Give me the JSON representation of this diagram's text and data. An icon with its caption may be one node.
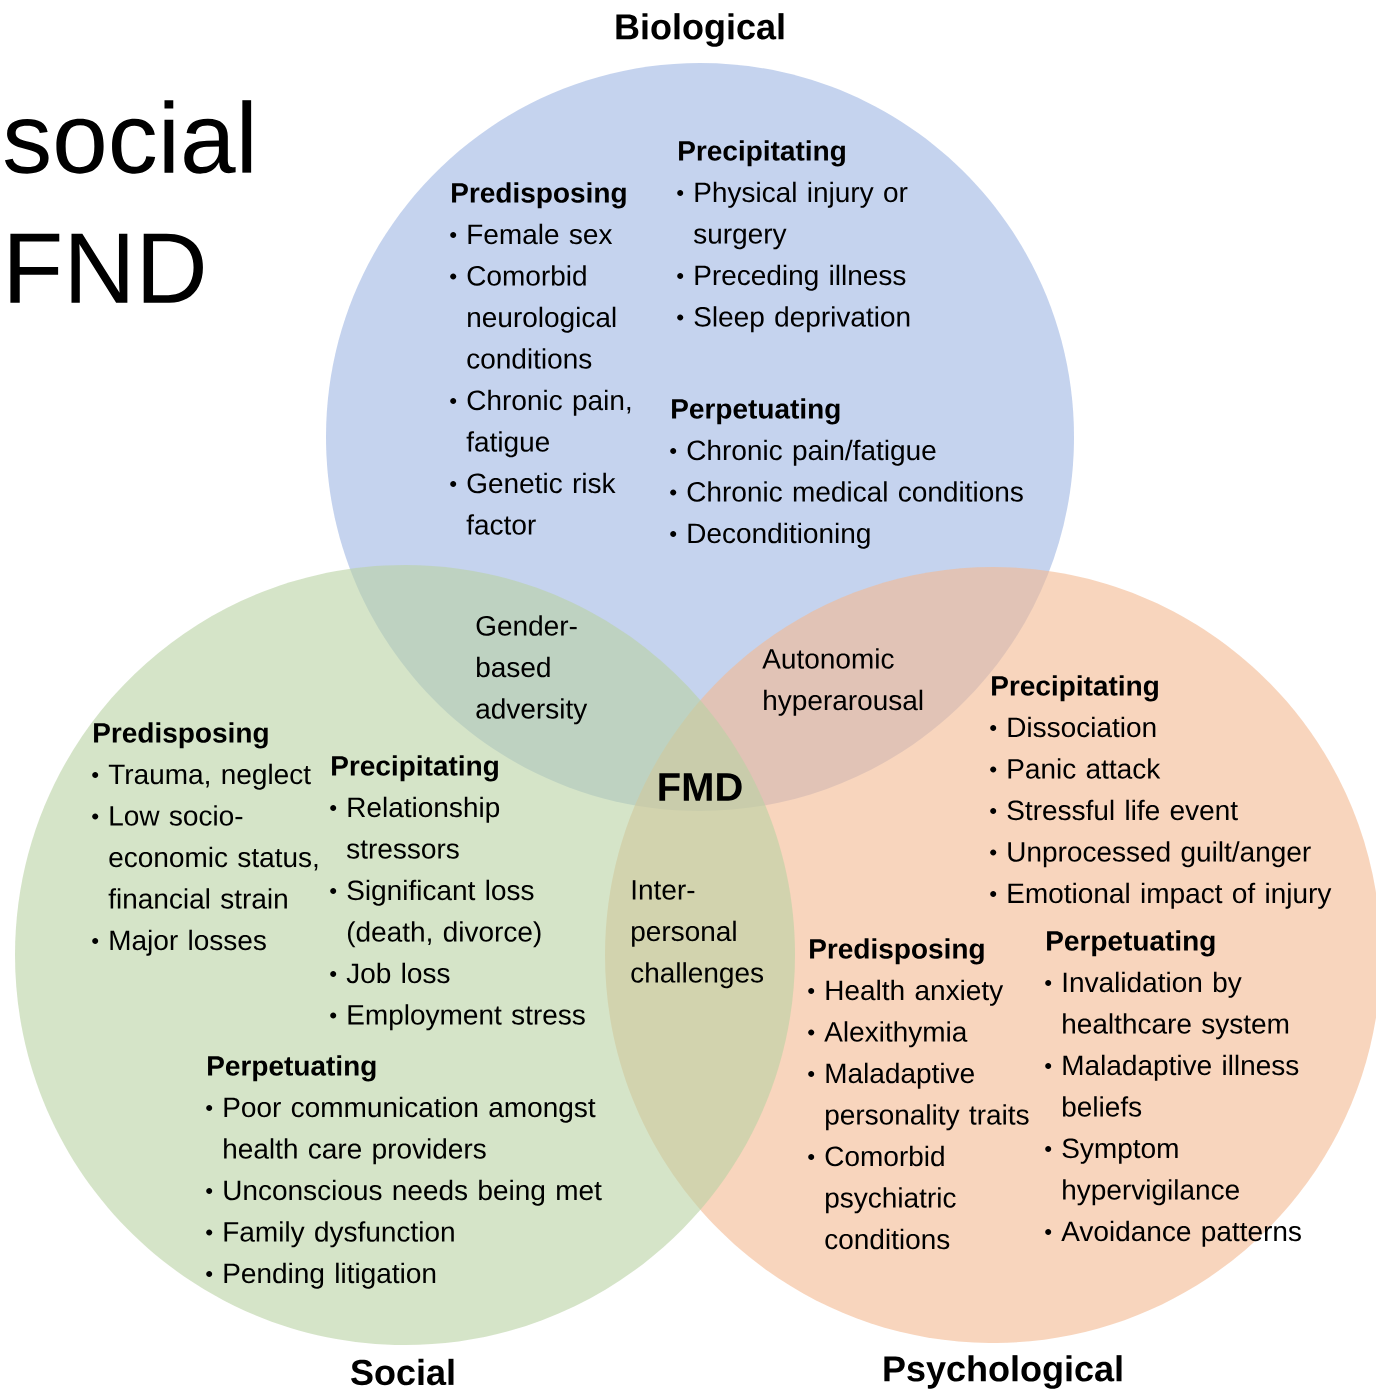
{
  "diagram": {
    "title": "social FND",
    "nodes": [
      {
        "text": [
          "Biological",
          "Predisposing",
          "Female sex",
          "Comorbid neurological conditions",
          "Chronic pain, fatigue",
          "Genetic risk factor",
          "Precipitating",
          "Physical injury or surgery",
          "Preceding illness",
          "Sleep deprivation",
          "Perpetuating",
          "Chronic pain/fatigue",
          "Chronic medical conditions",
          "Deconditioning"
        ]
      },
      {
        "text": [
          "Predisposing",
          "Trauma, neglect",
          "Low socio-economic status, financial strain",
          "Major losses",
          "Precipitating",
          "Relationship stressors",
          "Significant loss (death, divorce)",
          "Job loss",
          "Employment stress",
          "Perpetuating",
          "Poor communication amongst health care providers",
          "Unconscious needs being met",
          "Family dysfunction",
          "Pending litigation",
          "Social"
        ]
      },
      {
        "text": [
          "Precipitating",
          "Dissociation",
          "Panic attack",
          "Stressful life event",
          "Unprocessed guilt/anger",
          "Emotional impact of injury",
          "Predisposing",
          "Health anxiety",
          "Alexithymia",
          "Maladaptive personality traits",
          "Comorbid psychiatric conditions",
          "Perpetuating",
          "Invalidation by healthcare system",
          "Maladaptive illness beliefs",
          "Symptom hypervigilance",
          "Avoidance patterns",
          "Psychological"
        ]
      }
    ],
    "edges": [],
    "labels": [
      "Gender-based adversity",
      "Autonomic hyperarousal",
      "FMD",
      "Inter-personal challenges"
    ]
  }
}
